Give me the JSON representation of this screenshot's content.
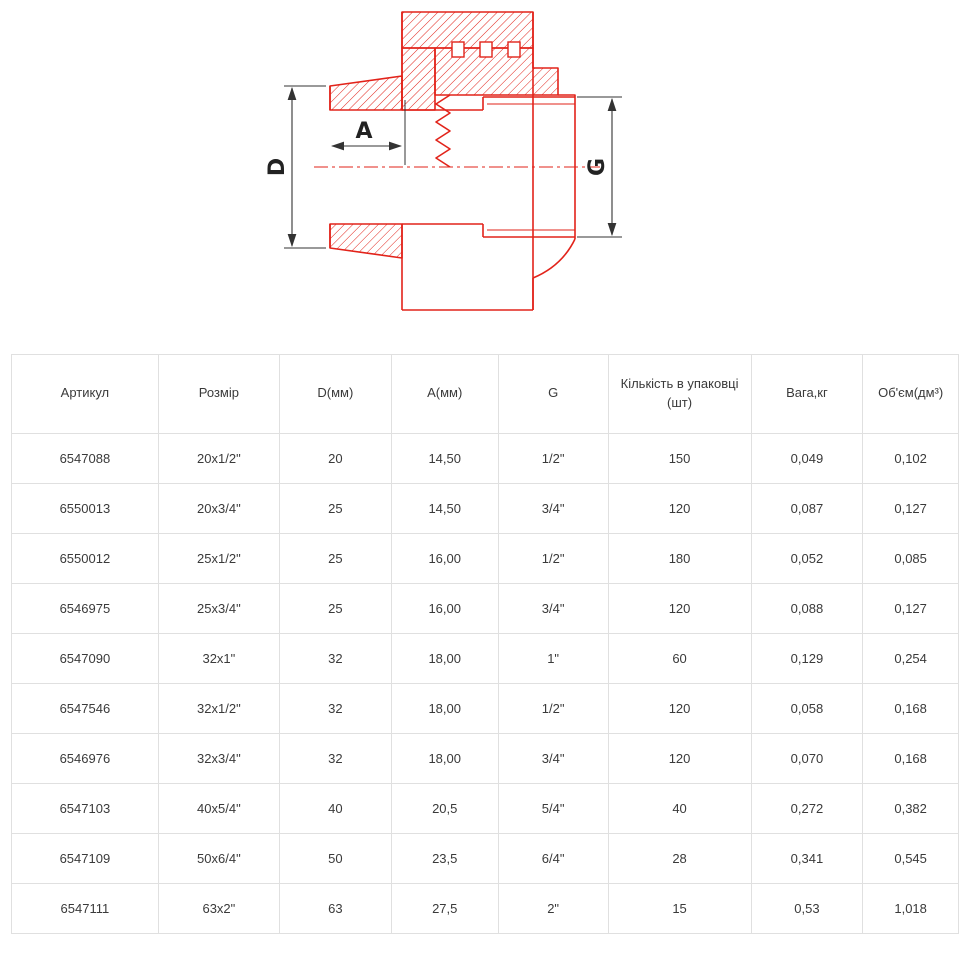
{
  "colors": {
    "drawing_red": "#e2231a",
    "dimension": "#333333",
    "table_border": "#e0e0e0",
    "text": "#3a3a3a"
  },
  "drawing": {
    "description": "technical-section-drawing-of-ppr-coupling-with-female-thread",
    "labels": {
      "d": "D",
      "a": "A",
      "g": "G"
    }
  },
  "table": {
    "headers": [
      "Артикул",
      "Розмір",
      "D(мм)",
      "A(мм)",
      "G",
      "Кількість в упаковці (шт)",
      "Вага,кг",
      "Об'єм(дм³)"
    ],
    "rows": [
      [
        "6547088",
        "20x1/2\"",
        "20",
        "14,50",
        "1/2\"",
        "150",
        "0,049",
        "0,102"
      ],
      [
        "6550013",
        "20x3/4\"",
        "25",
        "14,50",
        "3/4\"",
        "120",
        "0,087",
        "0,127"
      ],
      [
        "6550012",
        "25x1/2\"",
        "25",
        "16,00",
        "1/2\"",
        "180",
        "0,052",
        "0,085"
      ],
      [
        "6546975",
        "25x3/4\"",
        "25",
        "16,00",
        "3/4\"",
        "120",
        "0,088",
        "0,127"
      ],
      [
        "6547090",
        "32x1\"",
        "32",
        "18,00",
        "1\"",
        "60",
        "0,129",
        "0,254"
      ],
      [
        "6547546",
        "32x1/2\"",
        "32",
        "18,00",
        "1/2\"",
        "120",
        "0,058",
        "0,168"
      ],
      [
        "6546976",
        "32x3/4\"",
        "32",
        "18,00",
        "3/4\"",
        "120",
        "0,070",
        "0,168"
      ],
      [
        "6547103",
        "40x5/4\"",
        "40",
        "20,5",
        "5/4\"",
        "40",
        "0,272",
        "0,382"
      ],
      [
        "6547109",
        "50х6/4\"",
        "50",
        "23,5",
        "6/4\"",
        "28",
        "0,341",
        "0,545"
      ],
      [
        "6547111",
        "63x2\"",
        "63",
        "27,5",
        "2\"",
        "15",
        "0,53",
        "1,018"
      ]
    ]
  }
}
